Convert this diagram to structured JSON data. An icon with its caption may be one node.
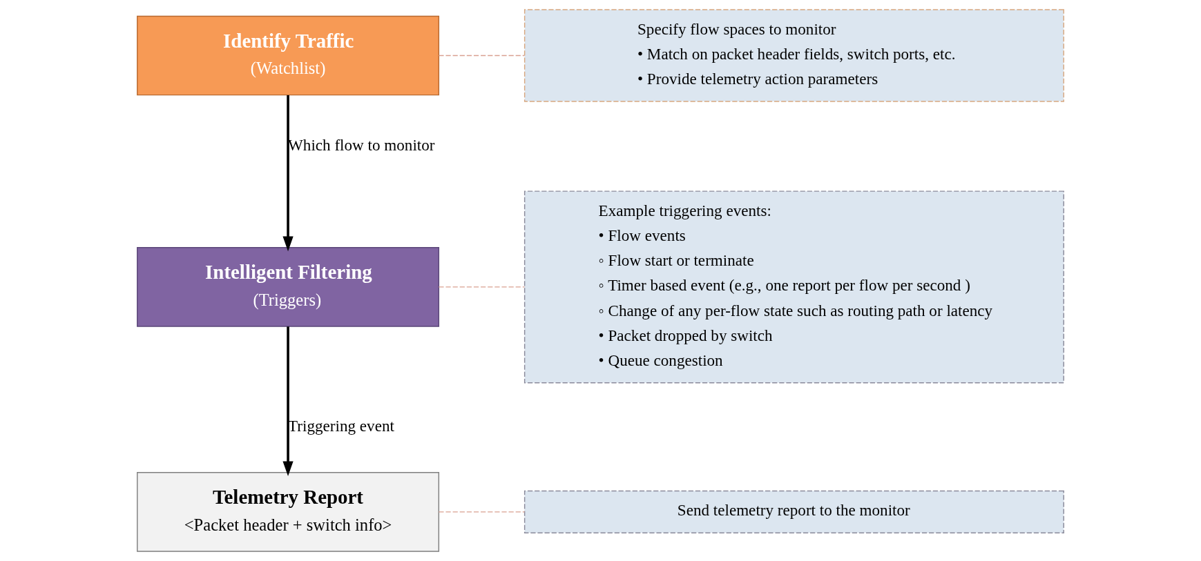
{
  "diagram": {
    "nodes": [
      {
        "text": [
          "Identify Traffic",
          "(Watchlist)"
        ]
      },
      {
        "text": [
          "Specify flow spaces to monitor",
          "• Match on packet header fields, switch ports, etc.",
          "• Provide telemetry action parameters"
        ]
      },
      {
        "text": [
          "Intelligent Filtering",
          "(Triggers)"
        ]
      },
      {
        "text": [
          "Example triggering events:",
          "• Flow events",
          "◦ Flow start or terminate",
          "◦ Timer based event (e.g., one report per flow per second )",
          "◦ Change of any per-flow state such as routing path or latency",
          "• Packet dropped by switch",
          "• Queue congestion"
        ]
      },
      {
        "text": [
          "Telemetry Report",
          "<Packet header + switch info>"
        ]
      },
      {
        "text": [
          "Send telemetry report to the monitor"
        ]
      }
    ],
    "edges": [
      {
        "from": 0,
        "to": 2,
        "arrow": "to",
        "label": "Which flow to monitor",
        "color": "#000000"
      },
      {
        "from": 2,
        "to": 4,
        "arrow": "to",
        "label": "Triggering event",
        "color": "#000000"
      },
      {
        "from": 0,
        "to": 1,
        "arrow": "none",
        "style": "dashed",
        "color": "#d9a090"
      },
      {
        "from": 2,
        "to": 3,
        "arrow": "none",
        "style": "dashed",
        "color": "#d9a090"
      },
      {
        "from": 4,
        "to": 5,
        "arrow": "none",
        "style": "dashed",
        "color": "#d9a090"
      }
    ]
  }
}
